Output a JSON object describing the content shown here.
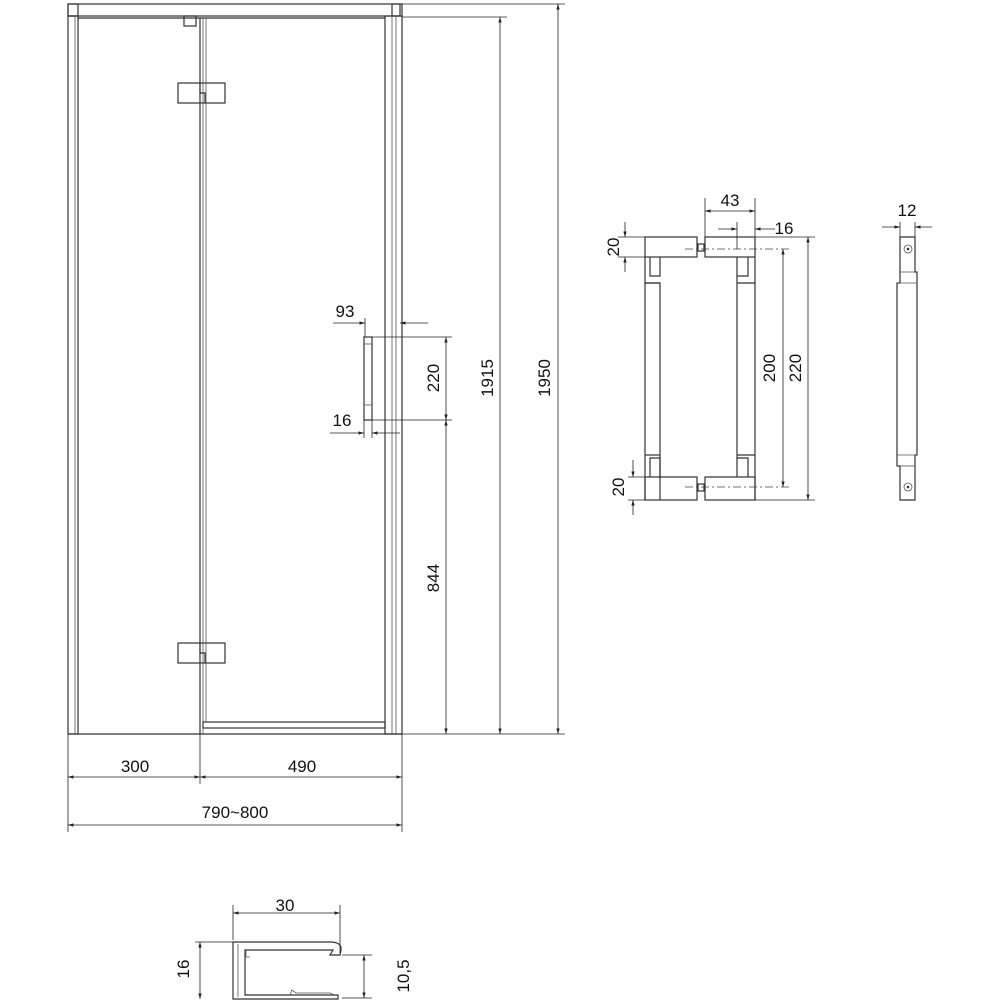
{
  "main_view": {
    "dims": {
      "fixed_panel_width": "300",
      "door_width": "490",
      "total_width": "790~800",
      "door_height": "1915",
      "total_height": "1950",
      "handle_height": "220",
      "handle_from_floor": "844",
      "handle_offset": "93",
      "handle_depth": "16"
    }
  },
  "handle_detail": {
    "dims": {
      "projection": "43",
      "bar_thickness": "16",
      "top_block": "20",
      "bottom_block": "20",
      "hole_spacing": "200",
      "overall_length": "220",
      "side_width": "12"
    }
  },
  "profile_section": {
    "dims": {
      "width": "30",
      "height": "16",
      "inner_height": "10,5"
    }
  }
}
